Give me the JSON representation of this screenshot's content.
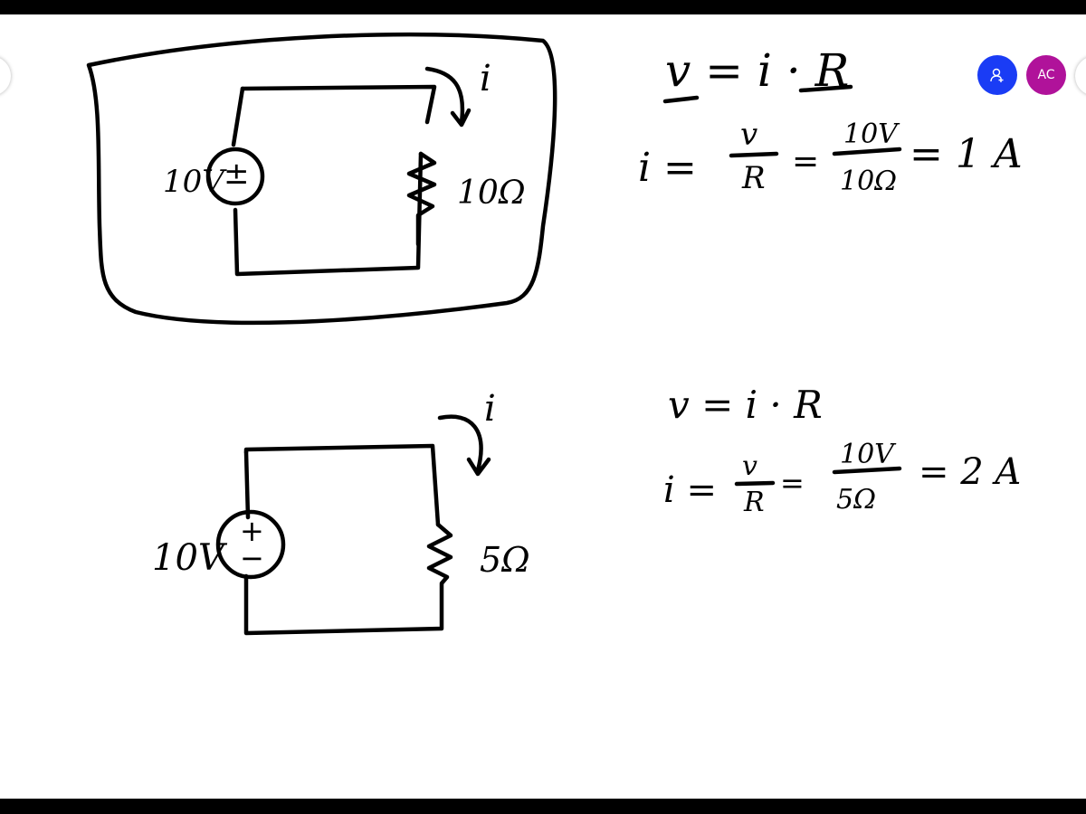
{
  "toolbar": {
    "invite_icon": "person-add-icon",
    "invite_color": "#1a3cf5",
    "user_avatar": {
      "initials": "AC",
      "color": "#b0129a"
    }
  },
  "canvas": {
    "circuit1": {
      "source": "10V",
      "source_sign": "±",
      "resistor": "10Ω",
      "current": "i"
    },
    "circuit2": {
      "source": "10V",
      "source_sign_plus": "+",
      "source_sign_minus": "−",
      "resistor": "5Ω",
      "current": "i"
    },
    "equations1": {
      "ohm": "v = i · R",
      "lhs": "i =",
      "frac1_num": "v",
      "frac1_den": "R",
      "eq": "=",
      "frac2_num": "10V",
      "frac2_den": "10Ω",
      "result": "= 1 A"
    },
    "equations2": {
      "ohm": "v = i · R",
      "lhs": "i =",
      "frac1_num": "v",
      "frac1_den": "R",
      "eq": "=",
      "frac2_num": "10V",
      "frac2_den": "5Ω",
      "result": "= 2 A"
    }
  }
}
